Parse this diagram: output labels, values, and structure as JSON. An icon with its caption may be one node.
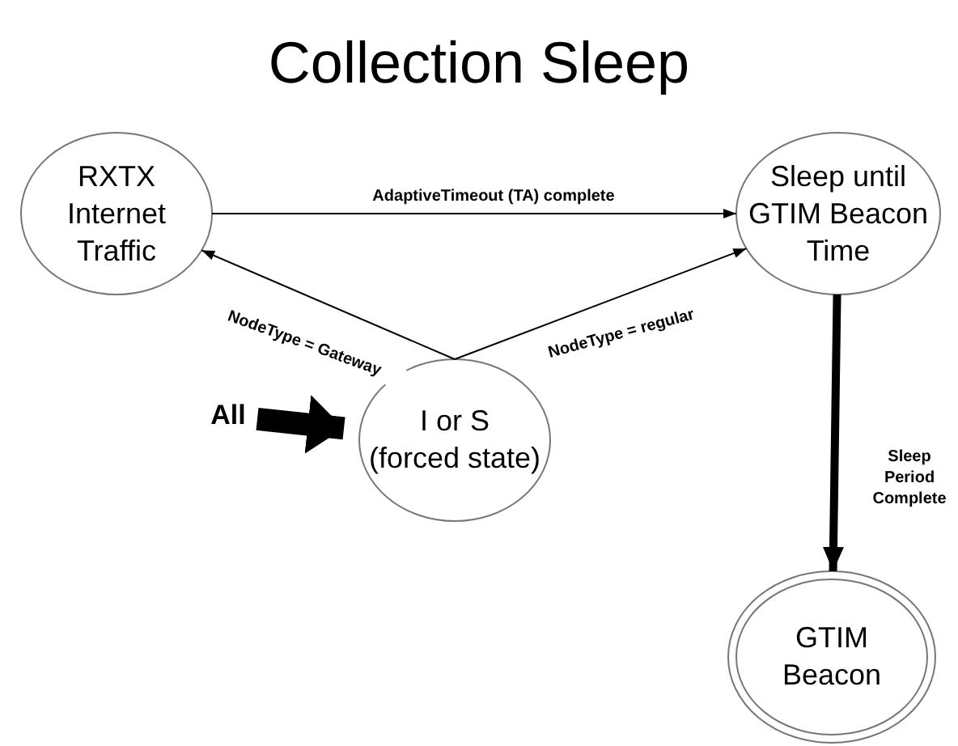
{
  "diagram": {
    "title": "Collection Sleep",
    "nodes": [
      {
        "text": [
          "RXTX Internet Traffic"
        ]
      },
      {
        "text": [
          "Sleep until GTIM Beacon Time"
        ]
      },
      {
        "text": [
          "I or S",
          "(forced state)"
        ]
      },
      {
        "text": [
          "GTIM Beacon"
        ]
      },
      {
        "text": [
          "All"
        ]
      }
    ],
    "edges": [
      {
        "from": 0,
        "to": 1,
        "arrow": "to",
        "label": "AdaptiveTimeout (TA) complete"
      },
      {
        "from": 2,
        "to": 0,
        "arrow": "to",
        "label": "NodeType = Gateway"
      },
      {
        "from": 2,
        "to": 1,
        "arrow": "to",
        "label": "NodeType = regular"
      },
      {
        "from": 1,
        "to": 3,
        "arrow": "to",
        "label": "Sleep Period Complete",
        "style": "thick"
      },
      {
        "from": 4,
        "to": 2,
        "arrow": "to",
        "style": "thick"
      }
    ]
  }
}
